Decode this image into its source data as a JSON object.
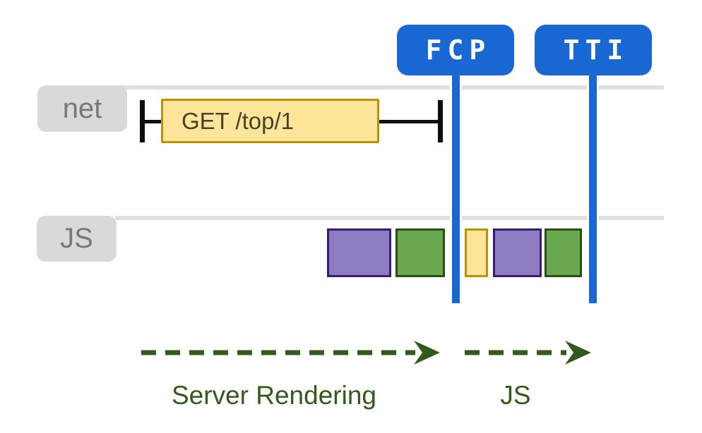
{
  "diagram": {
    "markers": [
      {
        "id": "fcp",
        "label": "FCP"
      },
      {
        "id": "tti",
        "label": "TTI"
      }
    ],
    "lanes": [
      {
        "id": "net",
        "label": "net"
      },
      {
        "id": "js",
        "label": "JS"
      }
    ],
    "network_request": {
      "label": "GET /top/1"
    },
    "js_tasks": [
      {
        "color": "purple",
        "phase": "before-fcp"
      },
      {
        "color": "green",
        "phase": "before-fcp"
      },
      {
        "color": "yellow",
        "phase": "after-fcp"
      },
      {
        "color": "purple",
        "phase": "after-fcp"
      },
      {
        "color": "green",
        "phase": "after-fcp"
      }
    ],
    "phase_arrows": [
      {
        "label": "Server Rendering"
      },
      {
        "label": "JS"
      }
    ]
  },
  "colors": {
    "marker_blue": "#1967d2",
    "lane_line_gray": "#e0e0e0",
    "lane_label_bg": "#d9d9d9",
    "lane_label_text": "#787878",
    "tick_black": "#0d0d0d",
    "request_fill": "#ffe599",
    "request_border": "#bf9000",
    "request_text": "#46412a",
    "task_purple_fill": "#8e7cc3",
    "task_purple_border": "#351c75",
    "task_green_fill": "#6aa84f",
    "task_green_border": "#274e13",
    "task_yellow_fill": "#ffe599",
    "task_yellow_border": "#bf9000",
    "arrow_green": "#335a1c"
  }
}
